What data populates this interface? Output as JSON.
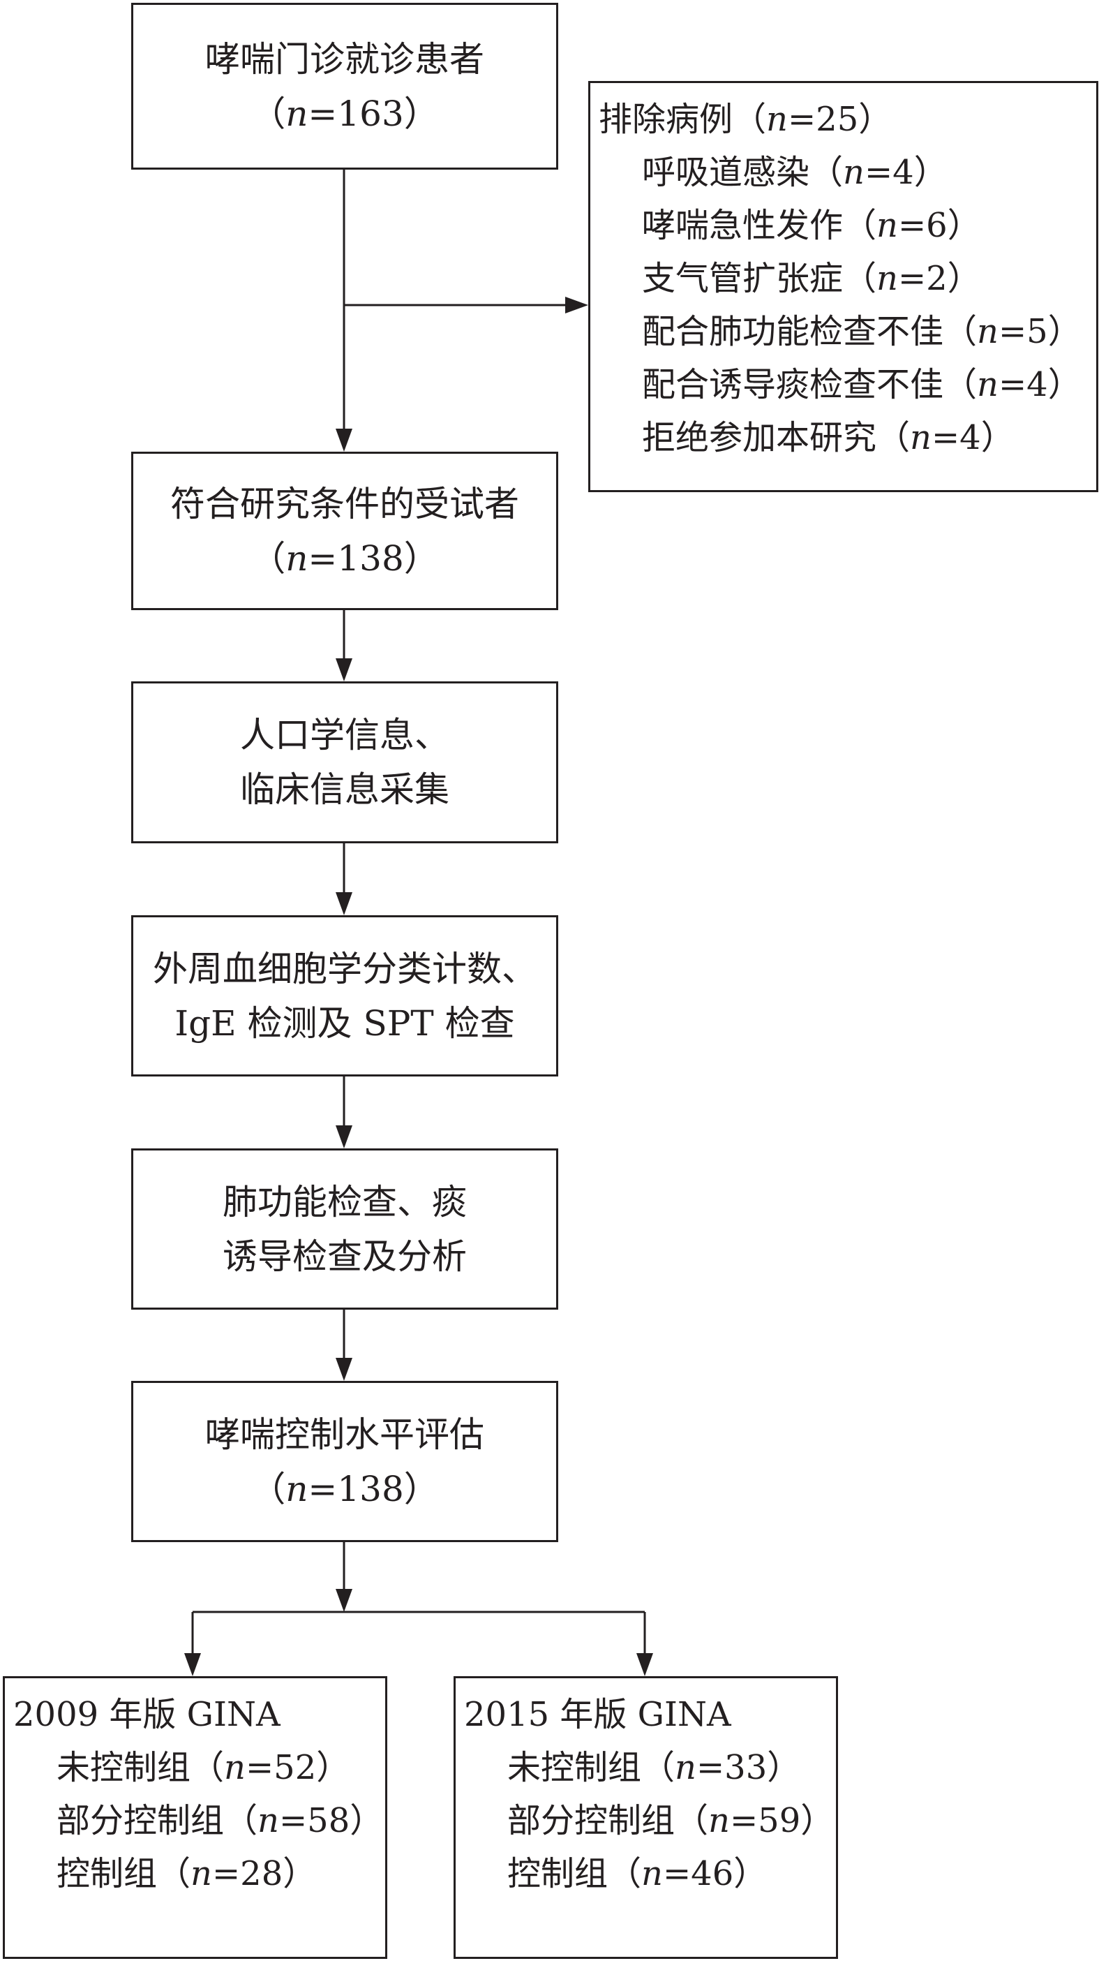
{
  "boxes": {
    "patients": {
      "line1": "哮喘门诊就诊患者",
      "line2_pre": "（",
      "n": "n",
      "line2_post": "=163）"
    },
    "eligible": {
      "line1": "符合研究条件的受试者",
      "line2_pre": "（",
      "n": "n",
      "line2_post": "=138）"
    },
    "demographics": {
      "line1": "人口学信息、",
      "line2": "临床信息采集"
    },
    "blood_tests": {
      "line1": "外周血细胞学分类计数、",
      "line2": "IgE 检测及 SPT 检查"
    },
    "lung_function": {
      "line1": "肺功能检查、痰",
      "line2": "诱导检查及分析"
    },
    "asthma_control": {
      "line1": "哮喘控制水平评估",
      "line2_pre": "（",
      "n": "n",
      "line2_post": "=138）"
    }
  },
  "excluded": {
    "title": "排除病例",
    "title_pre": "（",
    "title_n": "n",
    "title_post": "=25）",
    "items": [
      {
        "label": "呼吸道感染",
        "pre": "（",
        "n": "n",
        "post": "=4）"
      },
      {
        "label": "哮喘急性发作",
        "pre": "（",
        "n": "n",
        "post": "=6）"
      },
      {
        "label": "支气管扩张症",
        "pre": "（",
        "n": "n",
        "post": "=2）"
      },
      {
        "label": "配合肺功能检查不佳",
        "pre": "（",
        "n": "n",
        "post": "=5）"
      },
      {
        "label": "配合诱导痰检查不佳",
        "pre": "（",
        "n": "n",
        "post": "=4）"
      },
      {
        "label": "拒绝参加本研究",
        "pre": "（",
        "n": "n",
        "post": "=4）"
      }
    ]
  },
  "gina_2009": {
    "title": "2009 年版 GINA",
    "items": [
      {
        "label": "未控制组",
        "pre": "（",
        "n": "n",
        "post": "=52）"
      },
      {
        "label": "部分控制组",
        "pre": "（",
        "n": "n",
        "post": "=58）"
      },
      {
        "label": "控制组",
        "pre": "（",
        "n": "n",
        "post": "=28）"
      }
    ]
  },
  "gina_2015": {
    "title": "2015 年版 GINA",
    "items": [
      {
        "label": "未控制组",
        "pre": "（",
        "n": "n",
        "post": "=33）"
      },
      {
        "label": "部分控制组",
        "pre": "（",
        "n": "n",
        "post": "=59）"
      },
      {
        "label": "控制组",
        "pre": "（",
        "n": "n",
        "post": "=46）"
      }
    ]
  },
  "colors": {
    "stroke": "#231f20",
    "background": "#ffffff"
  }
}
